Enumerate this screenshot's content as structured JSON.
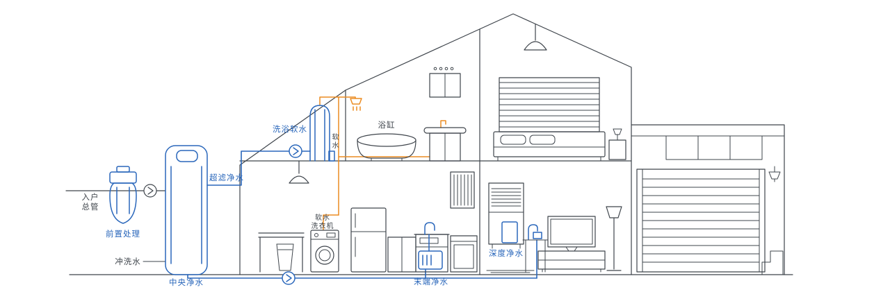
{
  "labels": {
    "inlet": {
      "line1": "入户",
      "line2": "总管"
    },
    "pre_treatment": "前置处理",
    "central_purifier": "中央净水",
    "flush_water": "冲洗水",
    "ultrafiltration": "超滤净水",
    "bath_softener": "洗浴软水",
    "soft_water": {
      "line1": "软",
      "line2": "水"
    },
    "bathtub": "浴缸",
    "soft_washer": {
      "line1": "软水",
      "line2": "洗衣机"
    },
    "terminal_purifier": "末端净水",
    "deep_purifier": "深度净水"
  },
  "colors": {
    "pipe_blue": "#2a67bb",
    "pipe_orange": "#ec8b20",
    "outline": "#3e444b",
    "label_blue": "#2a67bb",
    "label_dark": "#3e444b",
    "background": "#ffffff"
  }
}
